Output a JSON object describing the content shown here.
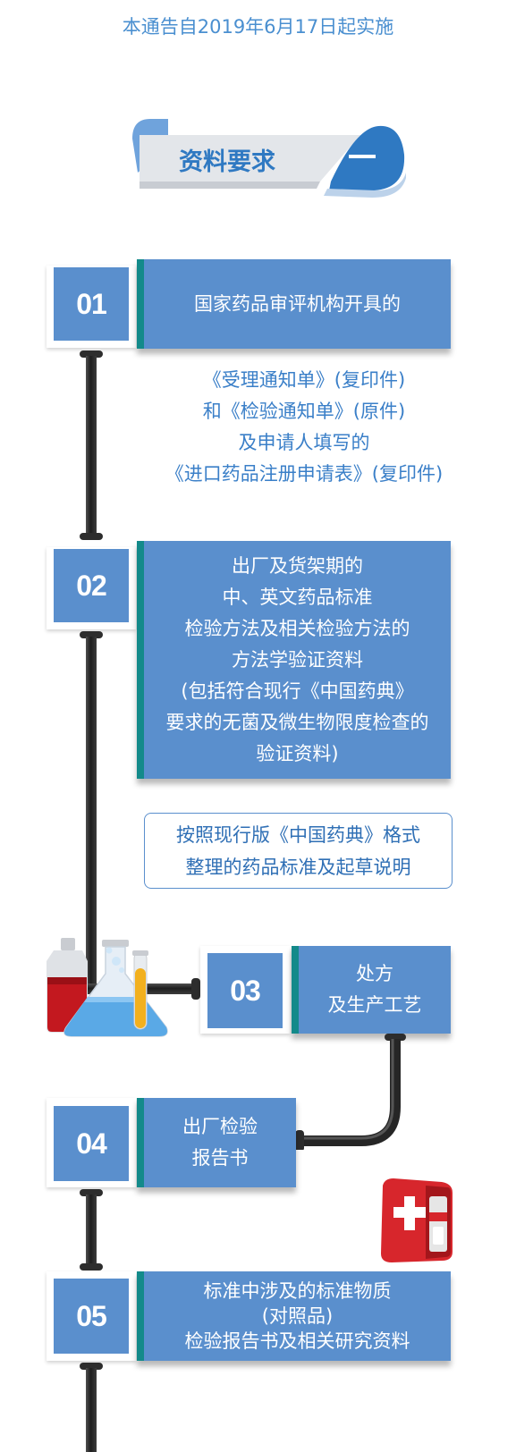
{
  "notice": "本通告自2019年6月17日起实施",
  "section_header": {
    "title": "资料要求",
    "dash": "—",
    "icon": "dash-icon"
  },
  "steps": [
    {
      "number": "01",
      "box_lines": [
        "国家药品审评机构开具的"
      ],
      "note_lines": [
        "《受理通知单》(复印件)",
        "和《检验通知单》(原件)",
        "及申请人填写的",
        "《进口药品注册申请表》(复印件)"
      ]
    },
    {
      "number": "02",
      "box_lines": [
        "出厂及货架期的",
        "中、英文药品标准",
        "检验方法及相关检验方法的",
        "方法学验证资料",
        "(包括符合现行《中国药典》",
        "要求的无菌及微生物限度检查的",
        "验证资料)"
      ],
      "note_lines": [
        "按照现行版《中国药典》格式",
        "整理的药品标准及起草说明"
      ]
    },
    {
      "number": "03",
      "box_lines": [
        "处方",
        "及生产工艺"
      ],
      "icon": "lab-flasks-icon"
    },
    {
      "number": "04",
      "box_lines": [
        "出厂检验",
        "报告书"
      ],
      "icon": "first-aid-kit-icon"
    },
    {
      "number": "05",
      "box_lines": [
        "标准中涉及的标准物质",
        "(对照品)",
        "检验报告书及相关研究资料"
      ]
    }
  ],
  "colors": {
    "accent_blue": "#5a8fcd",
    "teal_stripe": "#138a8a",
    "text_blue": "#3a7fc8",
    "pipe": "#262626",
    "kit_red": "#d7262c"
  }
}
